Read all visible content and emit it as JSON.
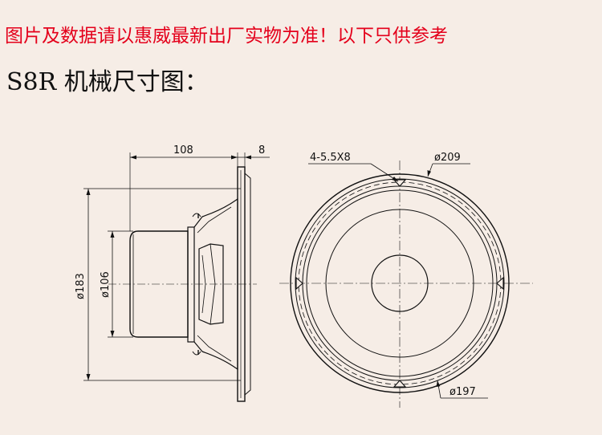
{
  "notice": "图片及数据请以惠威最新出厂实物为准！以下只供参考",
  "heading": "S8R 机械尺寸图：",
  "dimensions": {
    "depth": "108",
    "flange_thickness": "8",
    "diameter_outer": "ø183",
    "diameter_magnet": "ø106",
    "mounting_holes": "4-5.5X8",
    "diameter_frame": "ø209",
    "diameter_cutout": "ø197"
  },
  "colors": {
    "background": "#f6ede6",
    "notice_text": "#e4001b",
    "line": "#111111"
  }
}
